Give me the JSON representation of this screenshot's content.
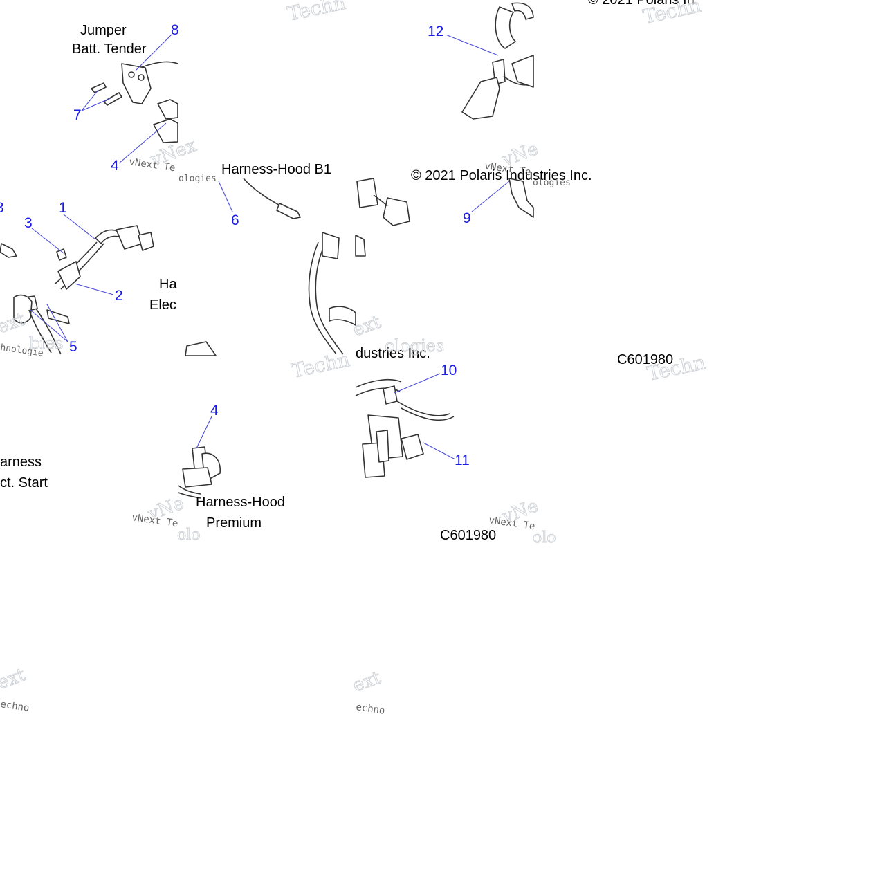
{
  "tiles": [
    {
      "id": "tile-top-left",
      "callouts": [
        "8",
        "7",
        "4"
      ],
      "labels": [
        "Jumper",
        "Batt. Tender"
      ],
      "watermarks": [
        "Techn",
        "vNext Te",
        "vNex",
        "ologies"
      ]
    },
    {
      "id": "tile-top-right",
      "callouts": [
        "12"
      ],
      "labels": [
        "© 2021 Polaris In"
      ],
      "watermarks": [
        "Techn"
      ]
    },
    {
      "id": "tile-middle-left",
      "callouts": [
        "3",
        "1",
        "3",
        "2",
        "5",
        "6"
      ],
      "labels": [
        "Harness-Hood B1",
        "Ha",
        "Elec"
      ],
      "watermarks": [
        "ext",
        "hnologie",
        "bies",
        "Techn"
      ]
    },
    {
      "id": "tile-middle-right",
      "callouts": [
        "9"
      ],
      "labels": [
        "© 2021 Polaris Industries Inc.",
        "dustries Inc.",
        "C601980"
      ],
      "watermarks": [
        "vNext Te",
        "vNe",
        "ologies",
        "ext",
        "ologies",
        "Techn"
      ]
    },
    {
      "id": "tile-bottom-left",
      "callouts": [
        "4"
      ],
      "labels": [
        "arness",
        "ct. Start",
        "Harness-Hood",
        "Premium"
      ],
      "watermarks": [
        "vNext Te",
        "vNe",
        "olo",
        "ext",
        "echno"
      ]
    },
    {
      "id": "tile-bottom-right",
      "callouts": [
        "10",
        "11"
      ],
      "labels": [
        "C601980"
      ],
      "watermarks": [
        "vNext Te",
        "vNe",
        "olo",
        "ext",
        "echno"
      ]
    }
  ]
}
